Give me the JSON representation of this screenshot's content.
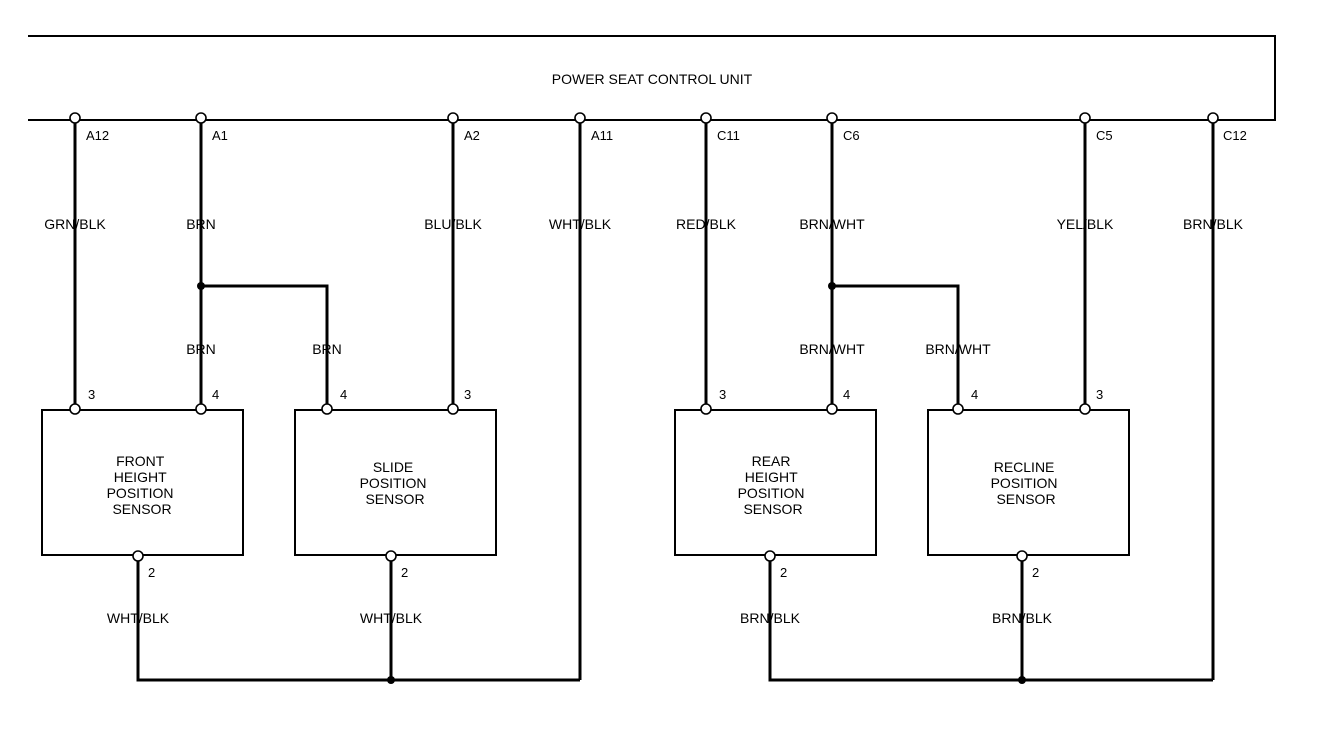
{
  "control_unit": {
    "title": "POWER SEAT CONTROL UNIT"
  },
  "unit_pins": [
    "A12",
    "A1",
    "A2",
    "A11",
    "C11",
    "C6",
    "C5",
    "C12"
  ],
  "wire_labels": {
    "a12": "GRN/BLK",
    "a1": "BRN",
    "a2": "BLU/BLK",
    "a11": "WHT/BLK",
    "c11": "RED/BLK",
    "c6": "BRN/WHT",
    "c5": "YEL/BLK",
    "c12": "BRN/BLK",
    "brn_branch_left": "BRN",
    "brn_branch_right": "BRN",
    "brnwht_branch_left": "BRN/WHT",
    "brnwht_branch_right": "BRN/WHT",
    "front_ground": "WHT/BLK",
    "slide_ground": "WHT/BLK",
    "rear_ground": "BRN/BLK",
    "recline_ground": "BRN/BLK"
  },
  "sensors": [
    {
      "id": "front",
      "lines": [
        "FRONT",
        "HEIGHT",
        "POSITION",
        "SENSOR"
      ],
      "pins": [
        "3",
        "4",
        "2"
      ]
    },
    {
      "id": "slide",
      "lines": [
        "SLIDE",
        "POSITION",
        "SENSOR"
      ],
      "pins": [
        "4",
        "3",
        "2"
      ]
    },
    {
      "id": "rear",
      "lines": [
        "REAR",
        "HEIGHT",
        "POSITION",
        "SENSOR"
      ],
      "pins": [
        "3",
        "4",
        "2"
      ]
    },
    {
      "id": "recline",
      "lines": [
        "RECLINE",
        "POSITION",
        "SENSOR"
      ],
      "pins": [
        "4",
        "3",
        "2"
      ]
    }
  ]
}
